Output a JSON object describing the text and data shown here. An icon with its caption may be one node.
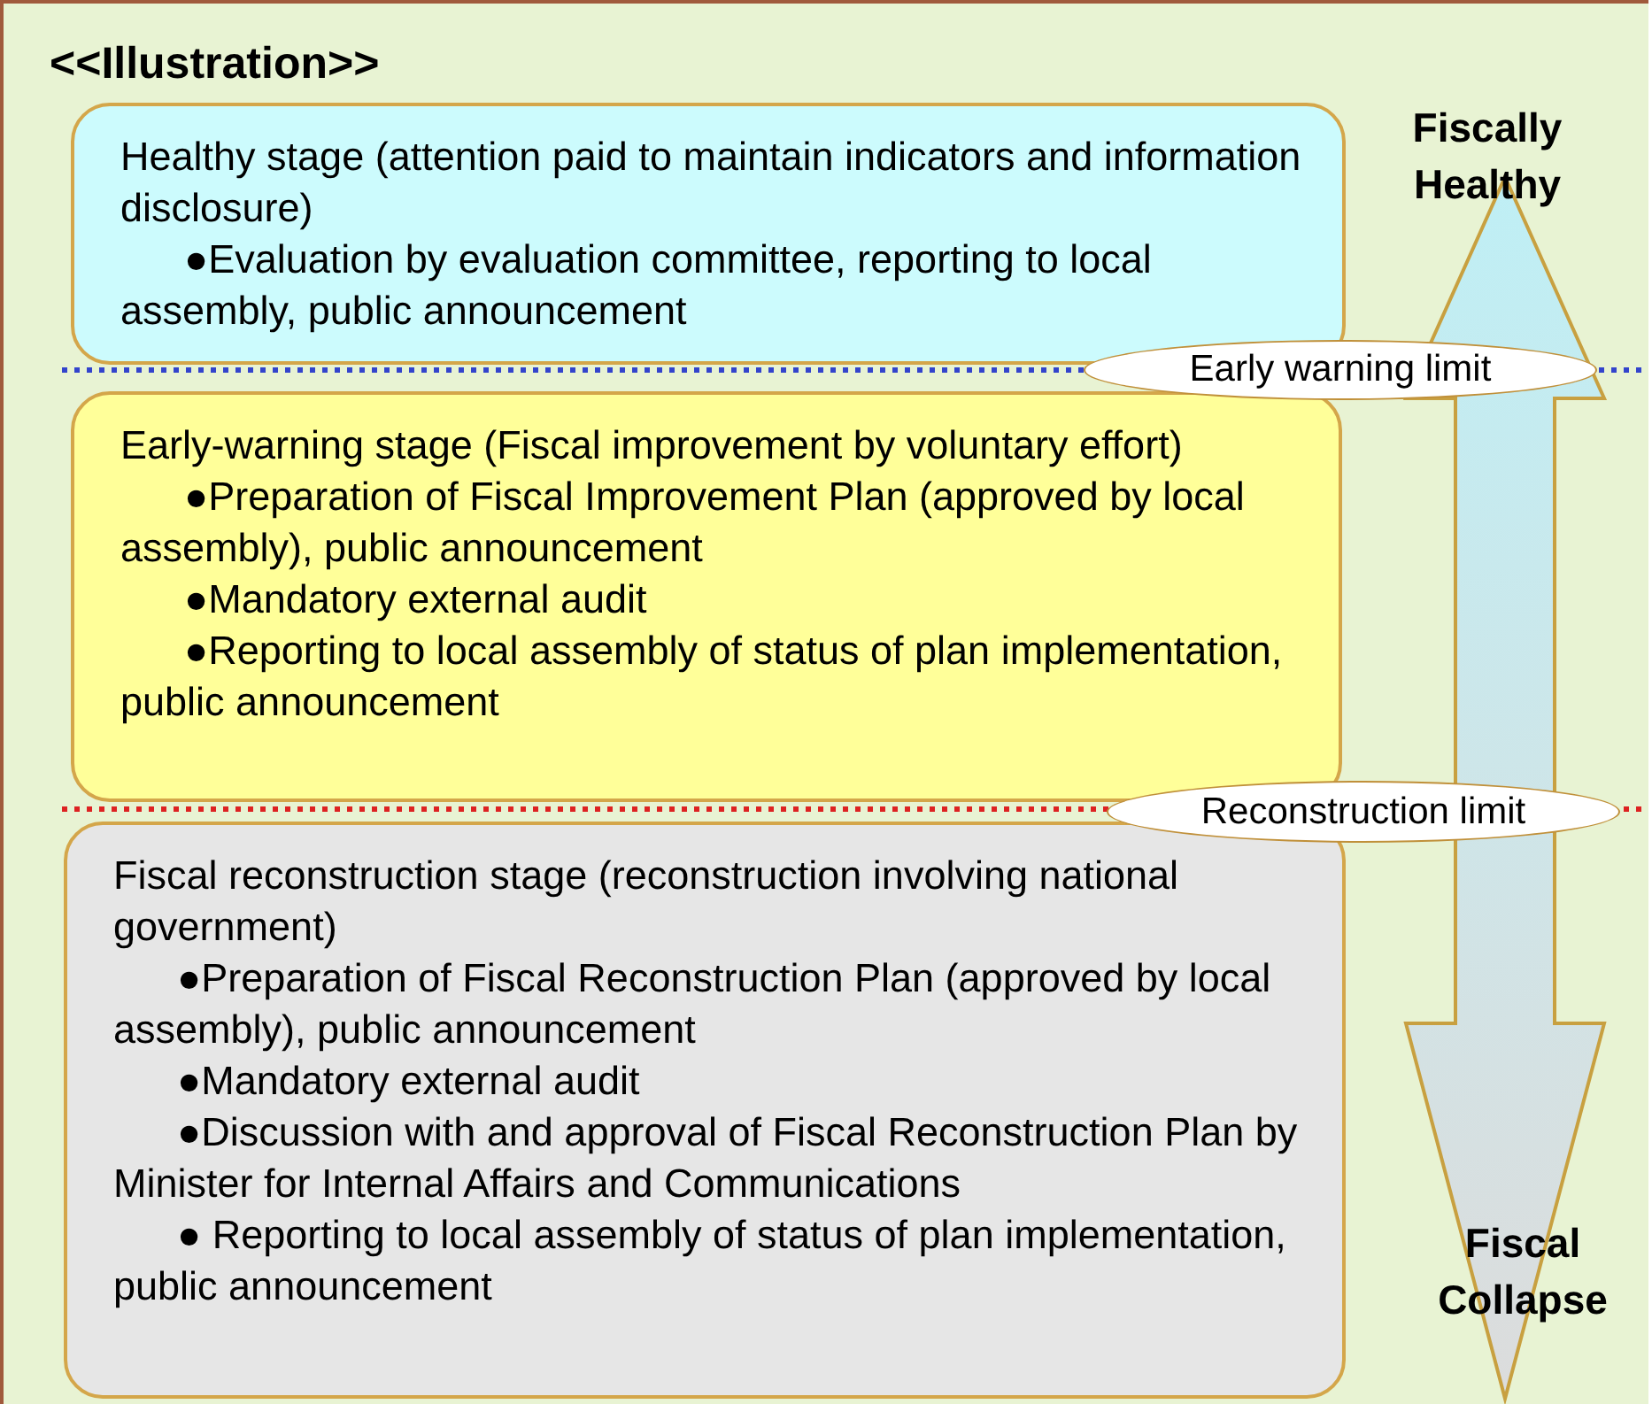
{
  "diagram": {
    "title": "<<Illustration>>",
    "nodes": [
      {
        "text": [
          "Healthy stage (attention paid to maintain indicators and information disclosure)",
          "●Evaluation by evaluation committee, reporting to local assembly, public announcement"
        ]
      },
      {
        "text": [
          "Early-warning stage (Fiscal improvement by voluntary effort)",
          "●Preparation of Fiscal Improvement Plan (approved by local assembly), public announcement",
          "●Mandatory external audit",
          "●Reporting to local assembly of status of plan implementation, public announcement"
        ]
      },
      {
        "text": [
          "Fiscal reconstruction stage (reconstruction involving national government)",
          "●Preparation of Fiscal Reconstruction Plan (approved by local assembly), public announcement",
          "●Mandatory external audit",
          "●Discussion with and approval of Fiscal Reconstruction Plan by Minister for Internal Affairs and Communications",
          "● Reporting to local assembly of status of plan implementation, public announcement"
        ]
      },
      {
        "text": [
          "Early warning limit"
        ]
      },
      {
        "text": [
          "Reconstruction limit"
        ]
      }
    ],
    "edges": [],
    "labels": [
      "Fiscally Healthy",
      "Fiscal Collapse"
    ]
  }
}
